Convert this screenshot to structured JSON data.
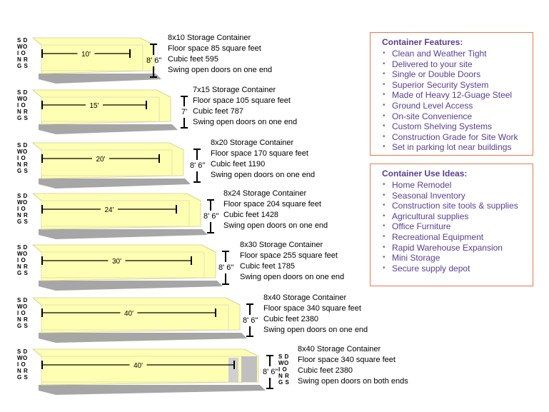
{
  "doors_label": [
    "S D",
    "WO",
    "I O",
    "N R",
    "G S"
  ],
  "containers": [
    {
      "length_label": "10'",
      "height_label": "8' 6\"",
      "spec": [
        "8x10 Storage Container",
        "Floor space 85 square feet",
        "Cubic feet 595",
        "Swing open doors on one end"
      ]
    },
    {
      "length_label": "15'",
      "height_label": "7'",
      "spec": [
        "7x15 Storage Container",
        "Floor space 105 square feet",
        "Cubic feet 787",
        "Swing open doors on one end"
      ]
    },
    {
      "length_label": "20'",
      "height_label": "8' 6\"",
      "spec": [
        "8x20 Storage Container",
        "Floor space 170 square feet",
        "Cubic feet 1190",
        "Swing open doors on one end"
      ]
    },
    {
      "length_label": "24'",
      "height_label": "8' 6\"",
      "spec": [
        "8x24 Storage Container",
        "Floor space 204 square feet",
        "Cubic feet 1428",
        "Swing open doors on one end"
      ]
    },
    {
      "length_label": "30'",
      "height_label": "8' 6\"",
      "spec": [
        "8x30 Storage Container",
        "Floor space 255 square feet",
        "Cubic feet 1785",
        "Swing open doors on one end"
      ]
    },
    {
      "length_label": "40'",
      "height_label": "8' 6\"",
      "spec": [
        "8x40 Storage Container",
        "Floor space 340 square feet",
        "Cubic feet 2380",
        "Swing open doors on one end"
      ]
    },
    {
      "length_label": "40'",
      "height_label": "8' 6\"",
      "spec": [
        "8x40 Storage Container",
        "Floor space 340 square feet",
        "Cubic feet 2380",
        "Swing open doors on both ends"
      ]
    }
  ],
  "features": {
    "title": "Container Features:",
    "items": [
      "Clean and Weather Tight",
      "Delivered to your site",
      "Single or Double Doors",
      "Superior Security System",
      "Made of Heavy 12-Guage Steel",
      "Ground Level Access",
      "On-site Convenience",
      "Custom Shelving Systems",
      "Construction Grade for Site Work",
      "Set in parking lot near buildings"
    ]
  },
  "use_ideas": {
    "title": "Container Use Ideas:",
    "items": [
      "Home Remodel",
      "Seasonal Inventory",
      "Construction site tools & supplies",
      "Agricultural supplies",
      "Office Furniture",
      "Recreational Equipment",
      "Rapid Warehouse Expansion",
      "Mini Storage",
      "Secure supply depot"
    ]
  },
  "colors": {
    "container_face": "#ffffb3",
    "container_shadow": "#a6a6a6",
    "panel_border": "#e87a4e",
    "panel_text": "#5a3d91"
  }
}
